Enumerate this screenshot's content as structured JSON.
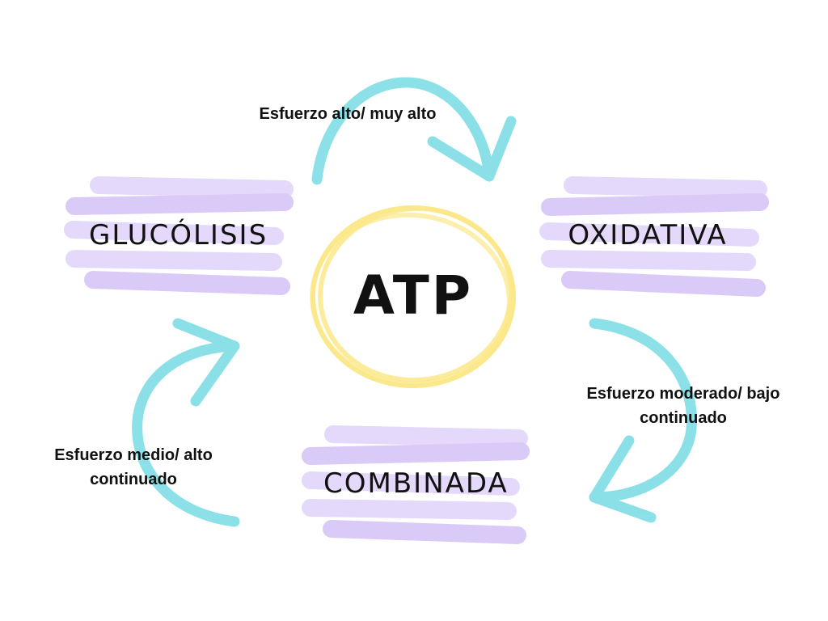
{
  "center": {
    "label": "ATP"
  },
  "nodes": {
    "glucolisis": "GLUCÓLISIS",
    "oxidativa": "OXIDATIVA",
    "combinada": "COMBINADA"
  },
  "arrows": {
    "top": "Esfuerzo alto/ muy alto",
    "right_line1": "Esfuerzo moderado/ bajo",
    "right_line2": "continuado",
    "left_line1": "Esfuerzo medio/ alto",
    "left_line2": "continuado"
  },
  "colors": {
    "highlight": "#e4d7fb",
    "highlight_dark": "#d9c8f7",
    "arrow": "#7fdde6",
    "circle": "#fbe88a",
    "text": "#111111"
  }
}
